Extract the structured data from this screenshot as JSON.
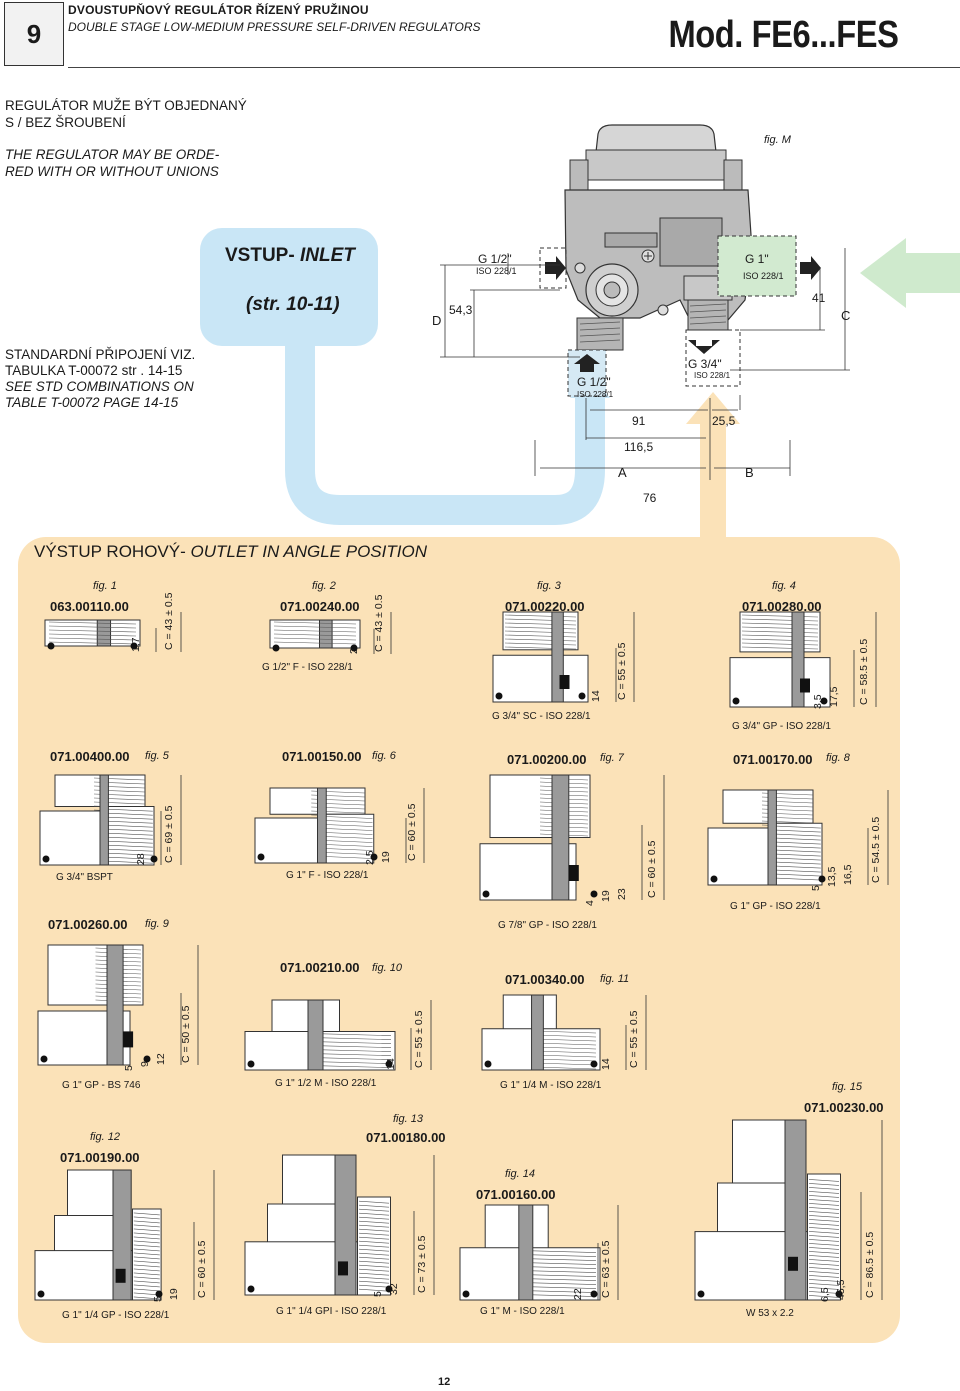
{
  "header": {
    "page_box": "9",
    "title_cz": "DVOUSTUPŇOVÝ REGULÁTOR ŘÍZENÝ PRUŽINOU",
    "title_en": "DOUBLE STAGE LOW-MEDIUM PRESSURE SELF-DRIVEN REGULATORS",
    "model": "Mod. FE6...FES"
  },
  "notes": {
    "order_cz_1": "REGULÁTOR MUŽE BÝT OBJEDNANÝ",
    "order_cz_2": "S / BEZ ŠROUBENÍ",
    "order_en_1": "THE REGULATOR MAY BE ORDE-",
    "order_en_2": "RED WITH OR WITHOUT UNIONS",
    "std_cz_1": "STANDARDNÍ PŘIPOJENÍ VIZ.",
    "std_cz_2": "TABULKA T-00072 str . 14-15",
    "std_en_1": "SEE STD COMBINATIONS ON",
    "std_en_2": "TABLE T-00072 PAGE 14-15"
  },
  "main_figure": {
    "fig_label": "fig. M",
    "inlet_title": "VSTUP- INLET",
    "inlet_page": "(str. 10-11)",
    "dims": {
      "d_label": "D",
      "d543": "54,3",
      "g12_top": "G 1/2\"",
      "iso_top": "ISO 228/1",
      "g1": "G 1\"",
      "iso_g1": "ISO 228/1",
      "d41": "41",
      "c_label": "C",
      "g12_bot": "G 1/2\"",
      "iso_bot": "ISO 228/1",
      "g34": "G 3/4\"",
      "iso_g34": "ISO 228/1",
      "d91": "91",
      "d255": "25,5",
      "d1165": "116,5",
      "a_label": "A",
      "b_label": "B",
      "d76": "76"
    }
  },
  "outlet_title": "VÝSTUP ROHOVÝ- OUTLET IN ANGLE POSITION",
  "fittings": [
    {
      "fig": "fig. 1",
      "code": "063.00110.00",
      "c": "C = 43 ± 0.5",
      "d1": "1,7",
      "d2": "",
      "d3": "",
      "thread": ""
    },
    {
      "fig": "fig. 2",
      "code": "071.00240.00",
      "c": "C = 43 ± 0.5",
      "d1": "2",
      "d2": "",
      "d3": "",
      "thread": "G 1/2\" F - ISO 228/1"
    },
    {
      "fig": "fig. 3",
      "code": "071.00220.00",
      "c": "C = 55 ± 0.5",
      "d1": "14",
      "d2": "",
      "d3": "",
      "thread": "G 3/4\" SC - ISO 228/1"
    },
    {
      "fig": "fig. 4",
      "code": "071.00280.00",
      "c": "C = 58.5 ± 0.5",
      "d1": "17,5",
      "d2": "3,5",
      "d3": "",
      "thread": "G 3/4\" GP - ISO 228/1"
    },
    {
      "fig": "fig. 5",
      "code": "071.00400.00",
      "c": "C = 69 ± 0.5",
      "d1": "28",
      "d2": "",
      "d3": "",
      "thread": "G 3/4\" BSPT"
    },
    {
      "fig": "fig. 6",
      "code": "071.00150.00",
      "c": "C = 60 ± 0.5",
      "d1": "19",
      "d2": "2,5",
      "d3": "",
      "thread": "G 1\" F - ISO 228/1"
    },
    {
      "fig": "fig. 7",
      "code": "071.00200.00",
      "c": "C = 60 ± 0.5",
      "d1": "23",
      "d2": "19",
      "d3": "4",
      "thread": "G 7/8\" GP - ISO 228/1"
    },
    {
      "fig": "fig. 8",
      "code": "071.00170.00",
      "c": "C = 54.5 ± 0.5",
      "d1": "16,5",
      "d2": "13,5",
      "d3": "5",
      "thread": "G 1\" GP - ISO 228/1"
    },
    {
      "fig": "fig. 9",
      "code": "071.00260.00",
      "c": "C = 50 ± 0.5",
      "d1": "12",
      "d2": "9",
      "d3": "5",
      "thread": "G 1\" GP - BS 746"
    },
    {
      "fig": "fig. 10",
      "code": "071.00210.00",
      "c": "C = 55 ± 0.5",
      "d1": "14",
      "d2": "",
      "d3": "",
      "thread": "G 1\" 1/2 M - ISO 228/1"
    },
    {
      "fig": "fig. 11",
      "code": "071.00340.00",
      "c": "C = 55 ± 0.5",
      "d1": "14",
      "d2": "",
      "d3": "",
      "thread": "G 1\" 1/4 M - ISO 228/1"
    },
    {
      "fig": "fig. 12",
      "code": "071.00190.00",
      "c": "C = 60 ± 0.5",
      "d1": "19",
      "d2": "5",
      "d3": "",
      "thread": "G 1\" 1/4 GP - ISO 228/1"
    },
    {
      "fig": "fig. 13",
      "code": "071.00180.00",
      "c": "C = 73 ± 0.5",
      "d1": "32",
      "d2": "5",
      "d3": "",
      "thread": "G 1\" 1/4 GPI - ISO 228/1"
    },
    {
      "fig": "fig. 14",
      "code": "071.00160.00",
      "c": "C = 63 ± 0.5",
      "d1": "22",
      "d2": "",
      "d3": "",
      "thread": "G 1\" M - ISO 228/1"
    },
    {
      "fig": "fig. 15",
      "code": "071.00230.00",
      "c": "C = 86.5 ± 0.5",
      "d1": "45,5",
      "d2": "6,5",
      "d3": "",
      "thread": "W 53 x 2.2"
    }
  ],
  "page_number": "12",
  "colors": {
    "inlet_blue": "#c9e6f6",
    "outlet_orange": "#fbe2b8",
    "inlet_arrow_green": "#cfeacd",
    "body_grey": "#b9b9b9",
    "section_grey": "#9a9a9a"
  }
}
